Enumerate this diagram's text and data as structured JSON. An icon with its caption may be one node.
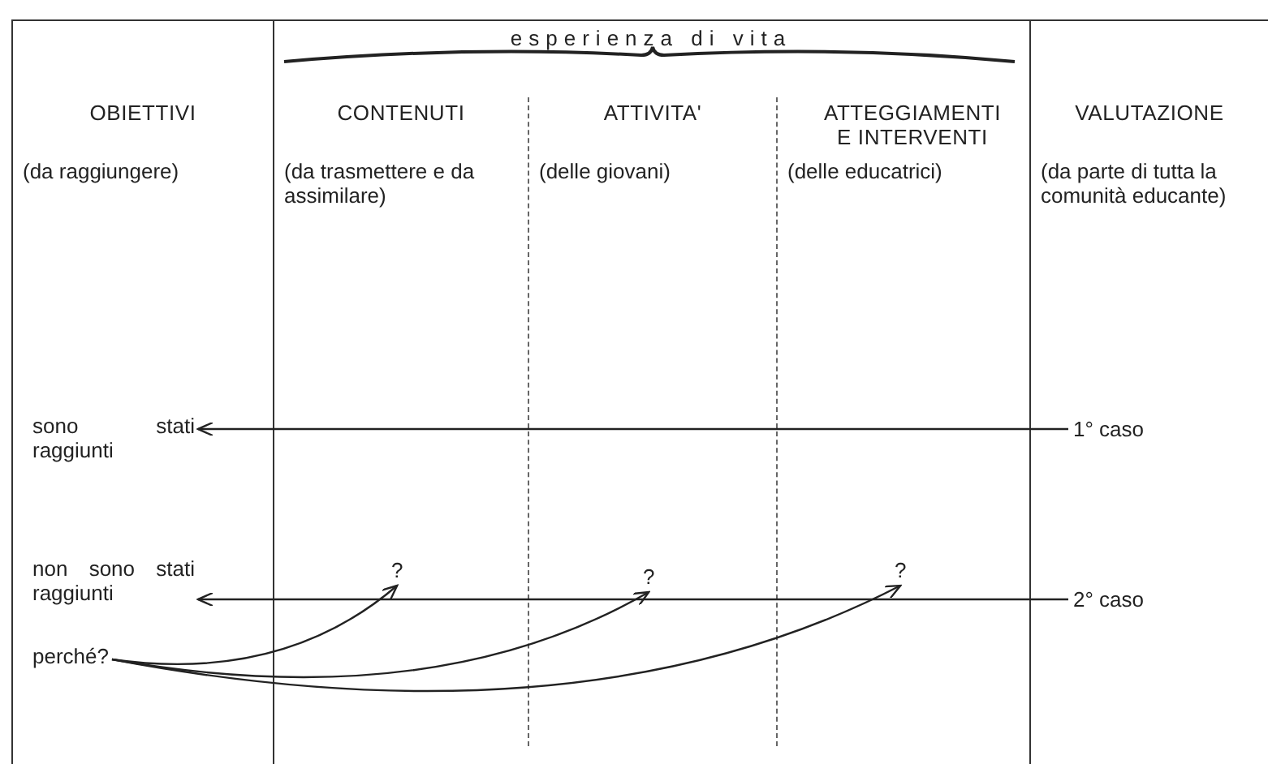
{
  "diagram": {
    "nodes": [
      {
        "text": [
          "OBIETTIVI",
          "(da raggiungere)"
        ]
      },
      {
        "text": [
          "CONTENUTI",
          "(da trasmettere e da assimilare)"
        ]
      },
      {
        "text": [
          "ATTIVITA'",
          "(delle giovani)"
        ]
      },
      {
        "text": [
          "ATTEGGIAMENTI E INTERVENTI",
          "(delle educatrici)"
        ]
      },
      {
        "text": [
          "VALUTAZIONE",
          "(da parte di tutta la comunità educante)"
        ]
      },
      {
        "text": [
          "sono stati raggiunti"
        ],
        "in": 0
      },
      {
        "text": [
          "1° caso"
        ],
        "in": 4
      },
      {
        "text": [
          "non sono stati raggiunti"
        ],
        "in": 0
      },
      {
        "text": [
          "?"
        ],
        "in": 1
      },
      {
        "text": [
          "?"
        ],
        "in": 2
      },
      {
        "text": [
          "?"
        ],
        "in": 3
      },
      {
        "text": [
          "2° caso"
        ],
        "in": 4
      },
      {
        "text": [
          "perché?"
        ],
        "in": 0
      }
    ],
    "edges": [
      {
        "from": 6,
        "to": 5,
        "arrow": "to"
      },
      {
        "from": 11,
        "to": 7,
        "arrow": "to"
      },
      {
        "from": 12,
        "to": 8,
        "arrow": "to"
      },
      {
        "from": 12,
        "to": 9,
        "arrow": "to"
      },
      {
        "from": 12,
        "to": 10,
        "arrow": "to"
      }
    ],
    "labels": [
      "esperienza di vita"
    ]
  }
}
